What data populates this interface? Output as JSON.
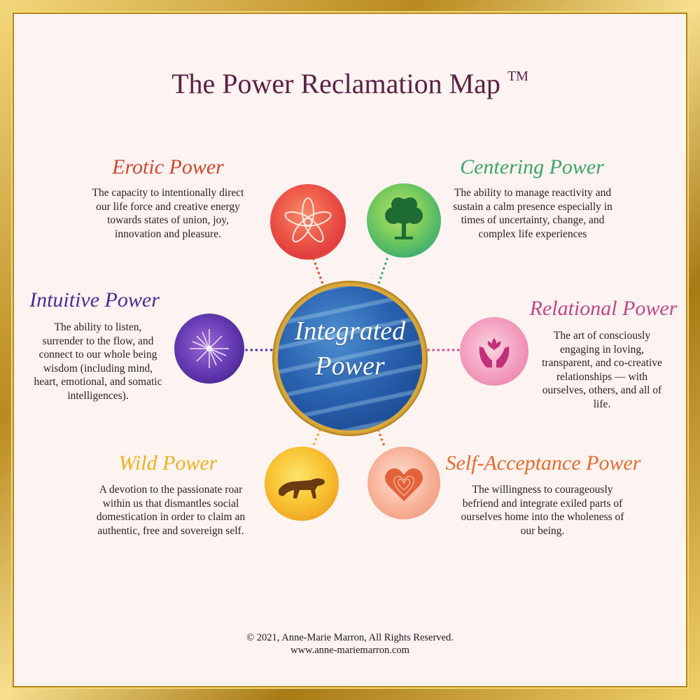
{
  "title": "The Power Reclamation Map",
  "trademark": "TM",
  "center": {
    "line1": "Integrated",
    "line2": "Power"
  },
  "powers": [
    {
      "heading": "Erotic Power",
      "color": "#d2452e",
      "description": "The capacity to intentionally direct our life force and creative energy towards states of union, joy, innovation and pleasure.",
      "icon": "flower-icon"
    },
    {
      "heading": "Centering Power",
      "color": "#3aa56a",
      "description": "The ability to manage reactivity and sustain a calm presence especially in times of uncertainty, change, and complex life experiences",
      "icon": "tree-icon"
    },
    {
      "heading": "Intuitive Power",
      "color": "#4a2a9a",
      "description": "The ability to listen, surrender to the flow, and connect to our whole being wisdom (including mind, heart, emotional, and somatic intelligences).",
      "icon": "star-icon"
    },
    {
      "heading": "Relational Power",
      "color": "#c14683",
      "description": "The art of consciously engaging in loving, transparent, and co-creative relationships — with ourselves, others, and all of life.",
      "icon": "hands-icon"
    },
    {
      "heading": "Wild Power",
      "color": "#f0b21c",
      "description": "A devotion to the passionate roar within us that dismantles social domestication in order to claim an authentic, free and sovereign self.",
      "icon": "jaguar-icon"
    },
    {
      "heading": "Self-Acceptance Power",
      "color": "#e96a2c",
      "description": "The willingness to courageously befriend and integrate exiled parts of ourselves home into the wholeness of our being.",
      "icon": "heart-icon"
    }
  ],
  "footer": {
    "copyright": "© 2021, Anne-Marie Marron, All Rights Reserved.",
    "website": "www.anne-mariemarron.com"
  }
}
